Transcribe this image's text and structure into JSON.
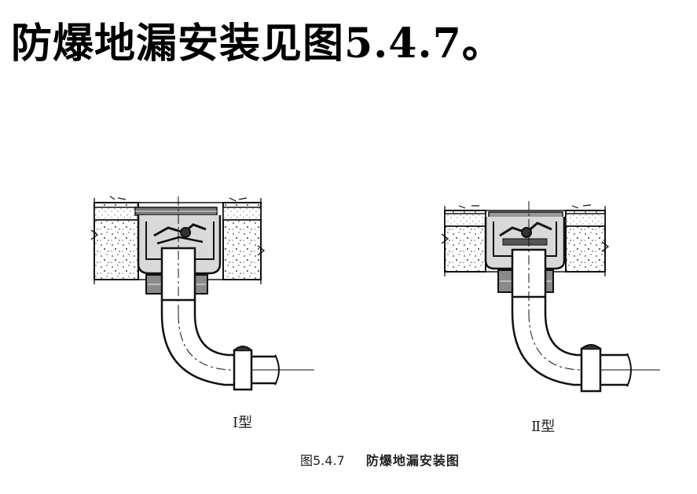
{
  "heading": "防爆地漏安装见图5.4.7。",
  "figure": {
    "type_1_label": "Ⅰ型",
    "type_2_label": "Ⅱ型",
    "caption_number": "图5.4.7",
    "caption_title": "防爆地漏安装图"
  }
}
